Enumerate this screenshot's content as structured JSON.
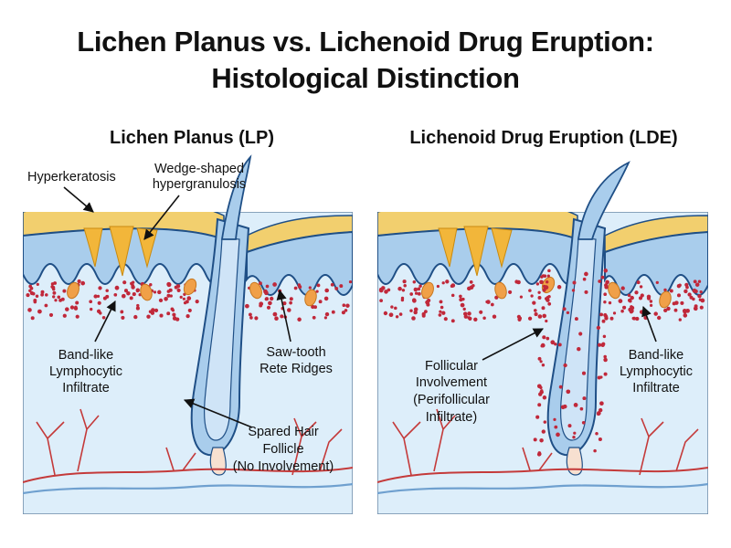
{
  "title_line1": "Lichen Planus vs. Lichenoid Drug Eruption:",
  "title_line2": "Histological Distinction",
  "left": {
    "title": "Lichen Planus (LP)",
    "labels": {
      "hyperkeratosis": "Hyperkeratosis",
      "wedge": [
        "Wedge-shaped",
        "hypergranulosis"
      ],
      "band": [
        "Band-like",
        "Lymphocytic",
        "Infiltrate"
      ],
      "sawtooth": [
        "Saw-tooth",
        "Rete Ridges"
      ],
      "spared": [
        "Spared Hair",
        "Follicle",
        "(No Involvement)"
      ]
    }
  },
  "right": {
    "title": "Lichenoid Drug Eruption (LDE)",
    "labels": {
      "follicular": [
        "Follicular",
        "Involvement",
        "(Perifollicular",
        "Infiltrate)"
      ],
      "band": [
        "Band-like",
        "Lymphocytic",
        "Infiltrate"
      ]
    }
  },
  "colors": {
    "stratum_corneum": "#f2cf6e",
    "epidermis": "#a9cdec",
    "dermis": "#ddeefa",
    "outline": "#1f4f86",
    "lymphocyte": "#c0283a",
    "melanocyte": "#f0a048",
    "vessel": "#c43a3a",
    "vein": "#6fa0cf"
  }
}
